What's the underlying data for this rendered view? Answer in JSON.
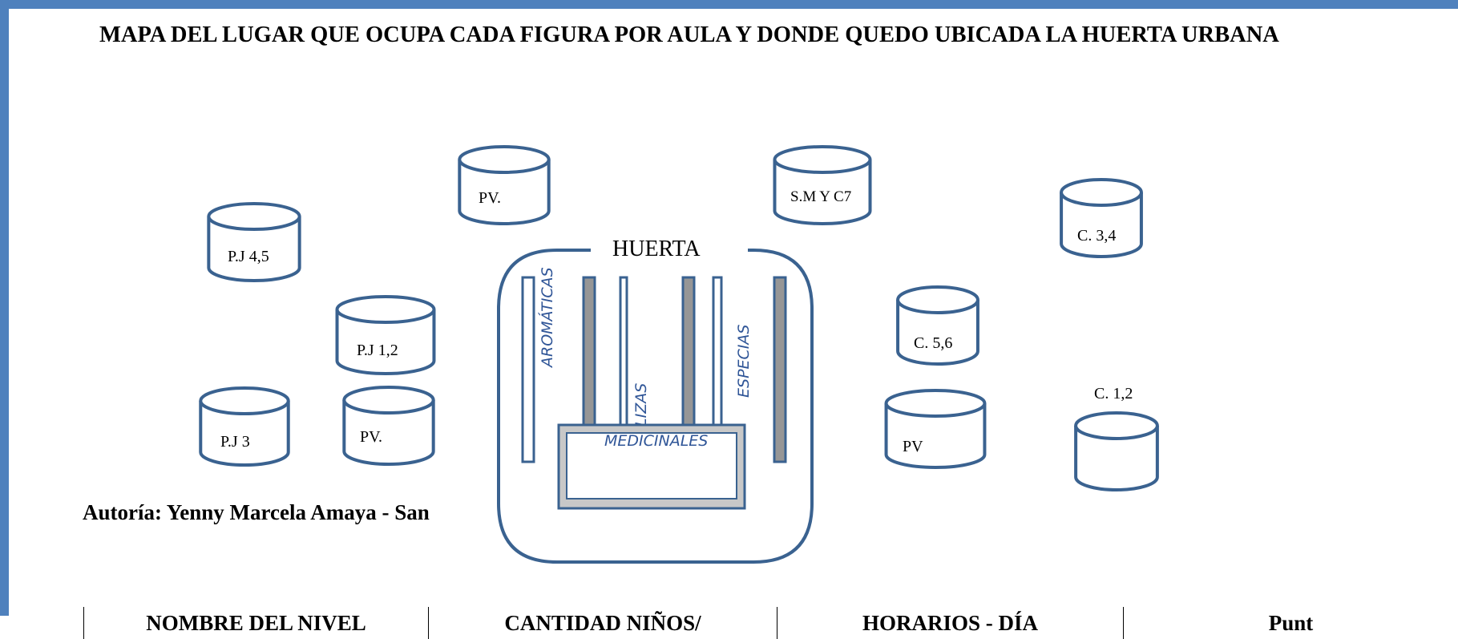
{
  "title": "MAPA DEL LUGAR QUE OCUPA CADA FIGURA POR AULA Y DONDE QUEDO UBICADA LA HUERTA URBANA",
  "author": "Autoría: Yenny Marcela Amaya - San",
  "colors": {
    "frame": "#4f81bd",
    "shape_stroke": "#3a6290",
    "label_blue": "#2f5597"
  },
  "cylinders": [
    {
      "label": "PV."
    },
    {
      "label": "S.M Y C7"
    },
    {
      "label": "C. 3,4"
    },
    {
      "label": "P.J 4,5"
    },
    {
      "label": "P.J 1,2"
    },
    {
      "label": "C. 5,6"
    },
    {
      "label": "P.J 3"
    },
    {
      "label": "PV."
    },
    {
      "label": "PV"
    },
    {
      "label": "C. 1,2"
    }
  ],
  "garden": {
    "title": "HUERTA",
    "beds": [
      "AROMÁTICAS",
      "LIZAS",
      "ESPECIAS",
      "MEDICINALES"
    ]
  },
  "table": {
    "headers": [
      "NOMBRE DEL NIVEL",
      "CANTIDAD NIÑOS/",
      "HORARIOS - DÍA",
      "Punt"
    ]
  }
}
